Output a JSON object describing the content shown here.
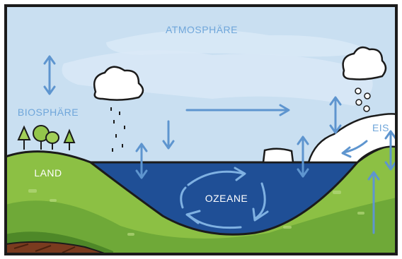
{
  "labels": {
    "atmosphere": "ATMOSPHÄRE",
    "biosphere": "BIOSPHÄRE",
    "land": "LAND",
    "ocean": "OZEANE",
    "ice": "EIS"
  },
  "colors": {
    "sky": "#c9dff1",
    "label_blue": "#6fa6da",
    "arrow_blue": "#5e95cf",
    "ocean": "#1f4f96",
    "land_light": "#8cc044",
    "land_dark": "#5d9a2f",
    "soil": "#7a3b1f",
    "outline": "#1b1b1b",
    "cloud": "#ffffff",
    "ice": "#ffffff"
  },
  "icons": [
    "cloud-icon",
    "rain-icon",
    "snow-icon",
    "tree-icon",
    "ice-floe-icon",
    "arrow-icon",
    "circular-arrow-icon"
  ]
}
